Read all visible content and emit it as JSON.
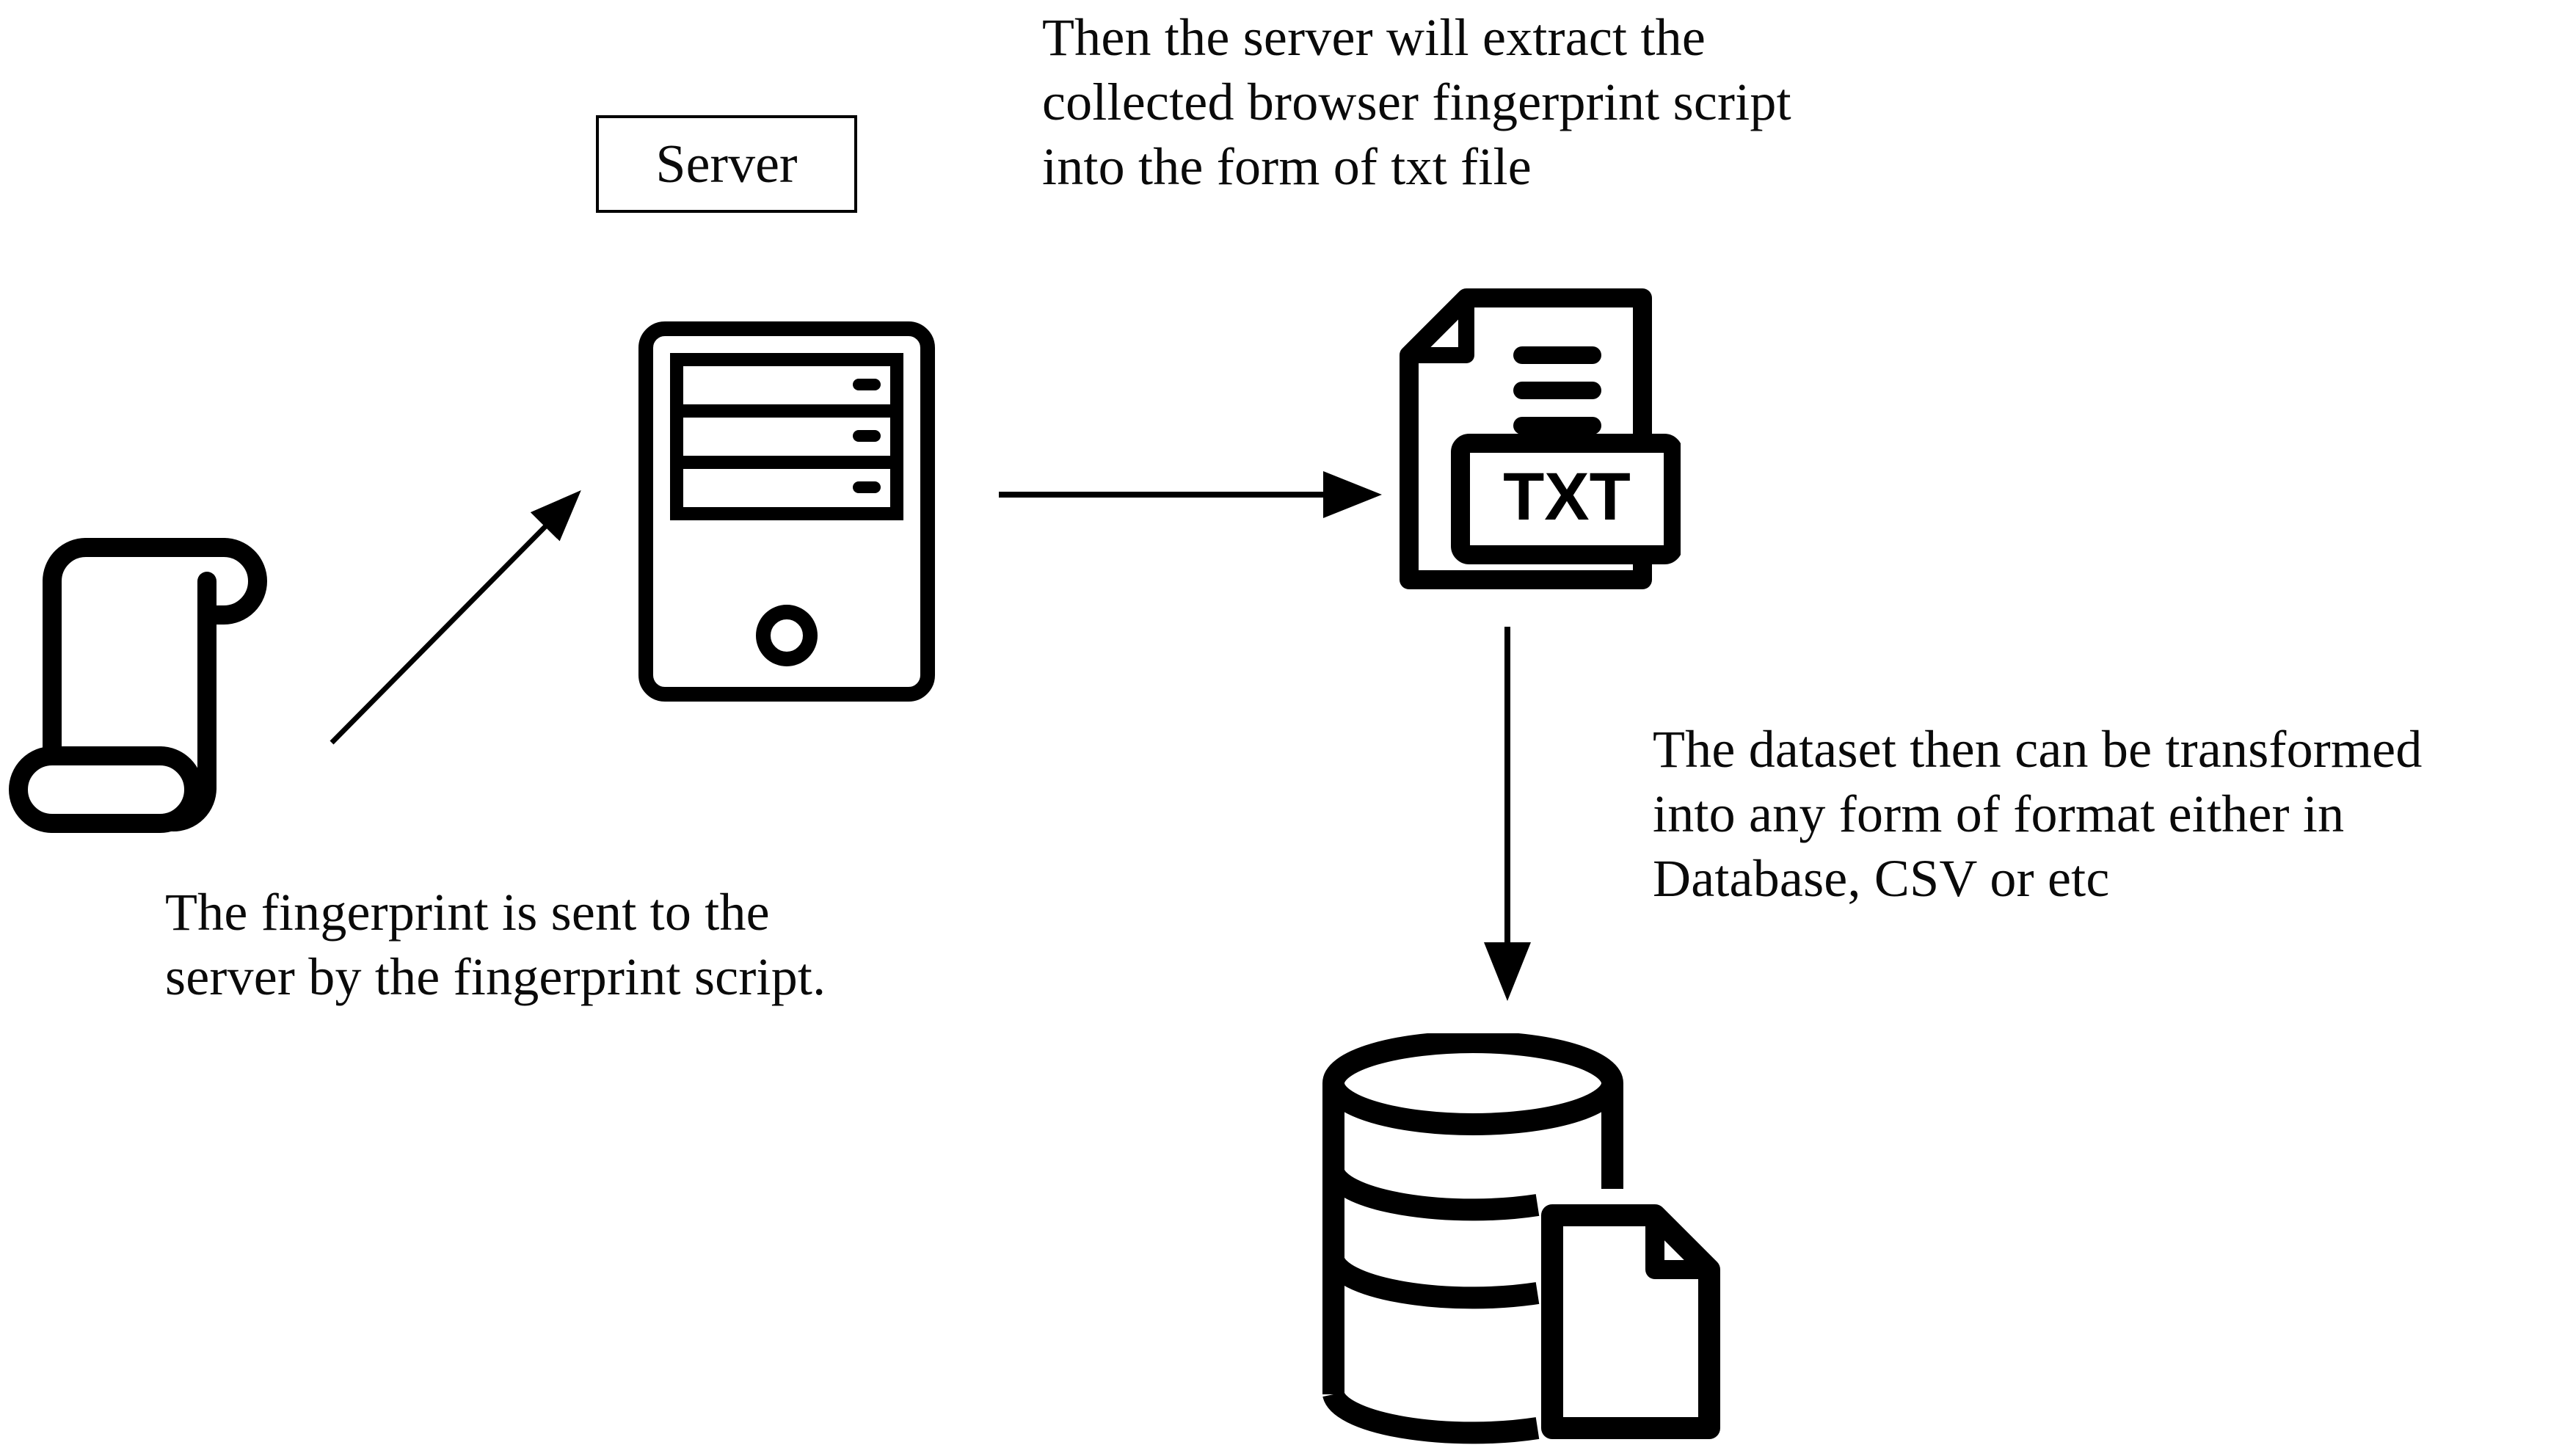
{
  "diagram": {
    "title": "Browser fingerprint collection data flow",
    "background_color": "#ffffff",
    "stroke_color": "#000000"
  },
  "nodes": {
    "scroll": {
      "icon": "scroll-icon",
      "label": ""
    },
    "server_box": {
      "label": "Server"
    },
    "server_tower": {
      "icon": "server-tower-icon",
      "bay_count": 3
    },
    "txt_file": {
      "icon": "txt-file-icon",
      "badge_label": "TXT",
      "line_count": 3
    },
    "database": {
      "icon": "database-with-document-icon",
      "ring_count": 3
    }
  },
  "annotations": {
    "extract_note": "Then the server will extract the\ncollected browser fingerprint script\ninto the form of txt file",
    "sent_note": "The fingerprint is sent to the\nserver by the fingerprint script.",
    "dataset_note": "The dataset then can be transformed\ninto any form of format either in\nDatabase, CSV or etc"
  },
  "arrows": {
    "scroll_to_server": {
      "name": "arrow-scroll-to-server",
      "direction": "up-right"
    },
    "server_to_txt": {
      "name": "arrow-server-to-txt",
      "direction": "right"
    },
    "txt_to_database": {
      "name": "arrow-txt-to-database",
      "direction": "down"
    }
  }
}
